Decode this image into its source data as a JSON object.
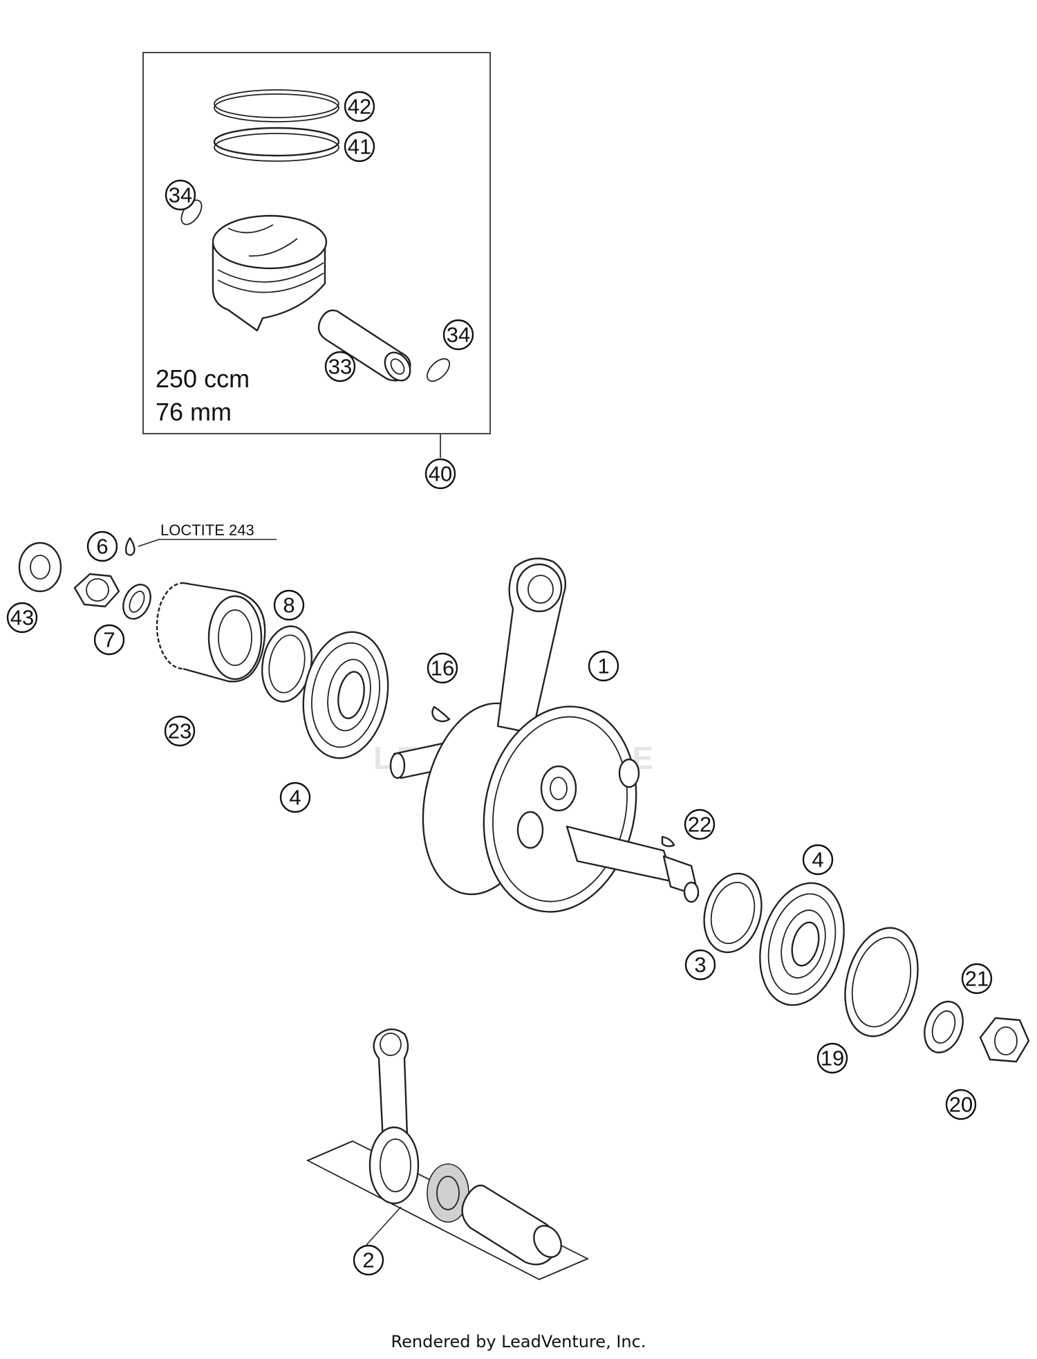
{
  "box": {
    "displacement": "250 ccm",
    "bore": "76 mm"
  },
  "note": {
    "loctite": "LOCTITE 243"
  },
  "callouts": {
    "c42": "42",
    "c41": "41",
    "c34a": "34",
    "c34b": "34",
    "c33": "33",
    "c40": "40",
    "c6": "6",
    "c43": "43",
    "c7": "7",
    "c23": "23",
    "c8": "8",
    "c4a": "4",
    "c16": "16",
    "c1": "1",
    "c22": "22",
    "c4b": "4",
    "c3": "3",
    "c19": "19",
    "c21": "21",
    "c20": "20",
    "c2": "2"
  },
  "watermark": "LEADVENTURE",
  "credit": "Rendered by LeadVenture, Inc."
}
